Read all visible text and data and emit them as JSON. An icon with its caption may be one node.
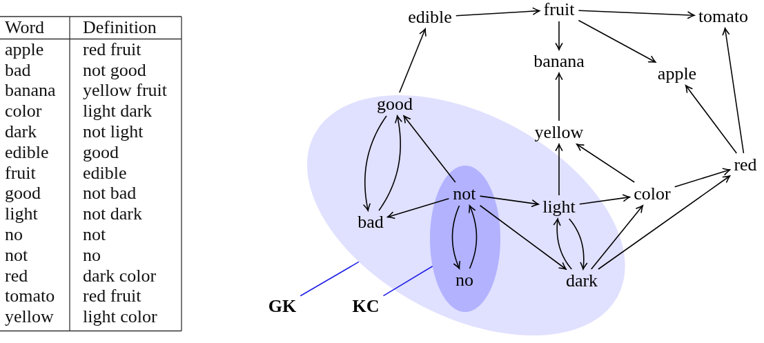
{
  "diagram": {
    "nodes": [
      {
        "text": [
          "edible"
        ]
      },
      {
        "text": [
          "fruit"
        ]
      },
      {
        "text": [
          "tomato"
        ]
      },
      {
        "text": [
          "banana"
        ]
      },
      {
        "text": [
          "apple"
        ]
      },
      {
        "text": [],
        "shape": "ellipse"
      },
      {
        "text": [
          "good"
        ],
        "in": 5
      },
      {
        "text": [
          "yellow"
        ]
      },
      {
        "text": [
          "red"
        ]
      },
      {
        "text": [],
        "shape": "ellipse",
        "in": 5
      },
      {
        "text": [
          "not"
        ],
        "in": 9
      },
      {
        "text": [
          "color"
        ]
      },
      {
        "text": [
          "light"
        ],
        "in": 5
      },
      {
        "text": [
          "bad"
        ],
        "in": 5
      },
      {
        "text": [
          "no"
        ],
        "in": 9
      },
      {
        "text": [
          "dark"
        ],
        "in": 5
      },
      {
        "text": [
          "GK"
        ]
      },
      {
        "text": [
          "KC"
        ]
      }
    ],
    "edges": [
      {
        "from": 0,
        "to": 1,
        "arrow": "to"
      },
      {
        "from": 1,
        "to": 2,
        "arrow": "to"
      },
      {
        "from": 1,
        "to": 3,
        "arrow": "to"
      },
      {
        "from": 1,
        "to": 4,
        "arrow": "to"
      },
      {
        "from": 6,
        "to": 0,
        "arrow": "to"
      },
      {
        "from": 7,
        "to": 3,
        "arrow": "to"
      },
      {
        "from": 8,
        "to": 4,
        "arrow": "to"
      },
      {
        "from": 8,
        "to": 2,
        "arrow": "to"
      },
      {
        "from": 6,
        "to": 13,
        "arrow": "to"
      },
      {
        "from": 13,
        "to": 6,
        "arrow": "to"
      },
      {
        "from": 10,
        "to": 6,
        "arrow": "to"
      },
      {
        "from": 11,
        "to": 7,
        "arrow": "to"
      },
      {
        "from": 12,
        "to": 7,
        "arrow": "to"
      },
      {
        "from": 10,
        "to": 13,
        "arrow": "to"
      },
      {
        "from": 10,
        "to": 12,
        "arrow": "to"
      },
      {
        "from": 12,
        "to": 11,
        "arrow": "to"
      },
      {
        "from": 11,
        "to": 8,
        "arrow": "to"
      },
      {
        "from": 10,
        "to": 14,
        "arrow": "to"
      },
      {
        "from": 14,
        "to": 10,
        "arrow": "to"
      },
      {
        "from": 10,
        "to": 15,
        "arrow": "to"
      },
      {
        "from": 15,
        "to": 12,
        "arrow": "to"
      },
      {
        "from": 12,
        "to": 15,
        "arrow": "to"
      },
      {
        "from": 15,
        "to": 11,
        "arrow": "to"
      },
      {
        "from": 15,
        "to": 8,
        "arrow": "to"
      },
      {
        "from": 16,
        "to": 5,
        "arrow": "none",
        "color": "#1f1fe6"
      },
      {
        "from": 17,
        "to": 9,
        "arrow": "none",
        "color": "#1f1fe6"
      }
    ],
    "labels": [
      "Word",
      "Definition",
      "apple",
      "red fruit",
      "bad",
      "not good",
      "banana",
      "yellow fruit",
      "color",
      "light dark",
      "dark",
      "not light",
      "edible",
      "good",
      "fruit",
      "edible",
      "good",
      "not bad",
      "light",
      "not dark",
      "no",
      "not",
      "not",
      "no",
      "red",
      "dark color",
      "tomato",
      "red fruit",
      "yellow",
      "light color"
    ]
  }
}
